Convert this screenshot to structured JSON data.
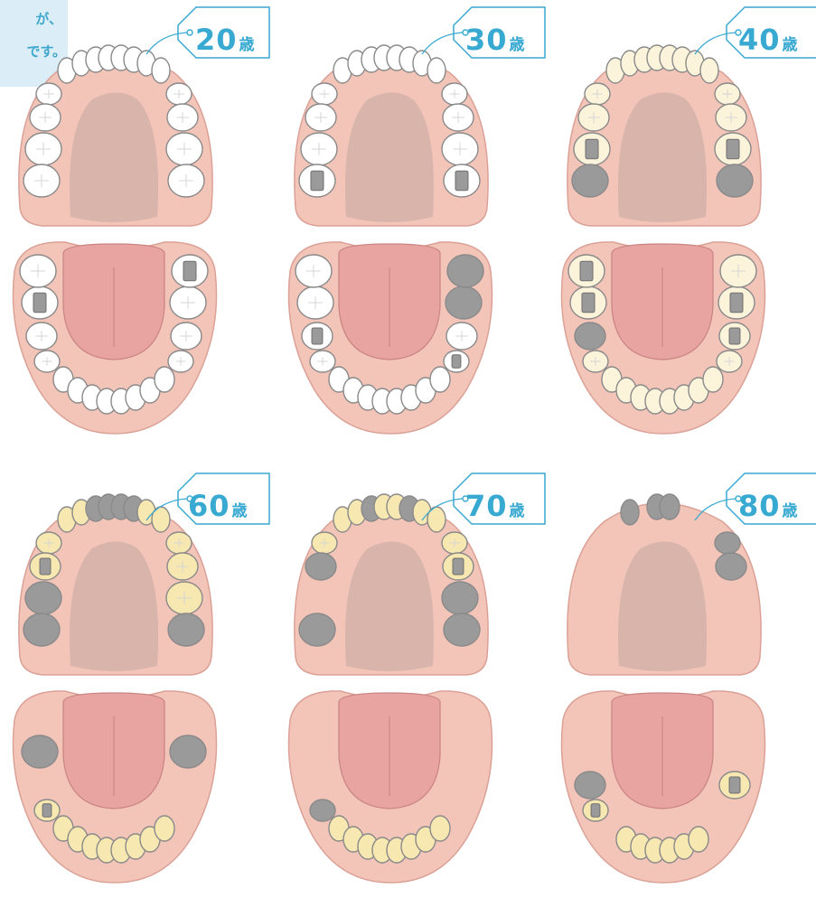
{
  "note": {
    "line1": "が、",
    "line2": "です。"
  },
  "colors": {
    "gum": "#f3c4b8",
    "gum_outline": "#dba197",
    "palate": "#d8b4ab",
    "tongue": "#e8a4a0",
    "tongue_line": "#c98383",
    "tooth_white": "#ffffff",
    "tooth_cream": "#fbf4db",
    "tooth_yellow": "#f7e7b0",
    "tooth_metal": "#9a9a9a",
    "tooth_outline": "#8a8a8a",
    "tag": "#38a9d1"
  },
  "panels": [
    {
      "age": "20",
      "unit": "歳",
      "tooth_color": "white"
    },
    {
      "age": "30",
      "unit": "歳",
      "tooth_color": "white"
    },
    {
      "age": "40",
      "unit": "歳",
      "tooth_color": "cream"
    },
    {
      "age": "60",
      "unit": "歳",
      "tooth_color": "yellow"
    },
    {
      "age": "70",
      "unit": "歳",
      "tooth_color": "yellow"
    },
    {
      "age": "80",
      "unit": "歳",
      "tooth_color": "yellow"
    }
  ]
}
